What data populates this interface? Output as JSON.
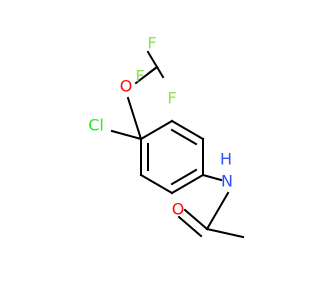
{
  "atoms": {
    "f_top": "F",
    "f_left": "F",
    "f_right": "F",
    "oxygen_ether": "O",
    "chlorine": "Cl",
    "nitrogen": "N",
    "hydrogen_on_n": "H",
    "oxygen_carbonyl": "O"
  },
  "colors": {
    "fluorine": "#90e050",
    "oxygen": "#ff0d0d",
    "chlorine": "#1ff01f",
    "nitrogen": "#3050f8",
    "bond": "#000000"
  }
}
